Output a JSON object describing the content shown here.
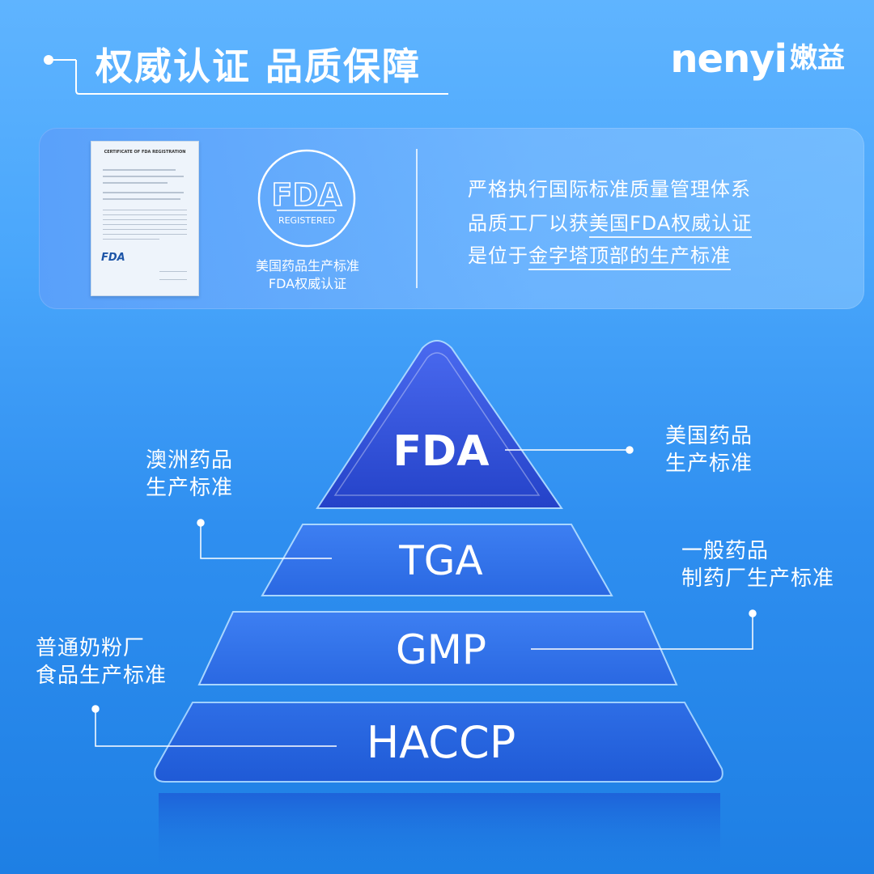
{
  "header": {
    "title": "权威认证  品质保障",
    "brand_en": "nenyi",
    "brand_cn": "嫩益"
  },
  "certificate": {
    "heading": "CERTIFICATE OF FDA REGISTRATION",
    "logo_text": "FDA"
  },
  "fda_badge": {
    "logo_text": "FDA",
    "subtitle": "REGISTERED",
    "caption_line1": "美国药品生产标准",
    "caption_line2": "FDA权威认证"
  },
  "description": {
    "line1": "严格执行国际标准质量管理体系",
    "line2_prefix": "品质工厂以获",
    "line2_highlight": "美国FDA权威认证",
    "line3_prefix": "是位于",
    "line3_highlight": "金字塔顶部的生产标准"
  },
  "pyramid": {
    "levels": [
      {
        "label": "FDA",
        "note_line1": "美国药品",
        "note_line2": "生产标准"
      },
      {
        "label": "TGA",
        "note_line1": "澳洲药品",
        "note_line2": "生产标准"
      },
      {
        "label": "GMP",
        "note_line1": "一般药品",
        "note_line2": "制药厂生产标准"
      },
      {
        "label": "HACCP",
        "note_line1": "普通奶粉厂",
        "note_line2": "食品生产标准"
      }
    ]
  },
  "colors": {
    "background_top": "#5fb4ff",
    "background_bottom": "#1e7fe4",
    "pyramid_top": "#2e4fd6",
    "pyramid_mid": "#3a7cf0",
    "white": "#ffffff"
  }
}
